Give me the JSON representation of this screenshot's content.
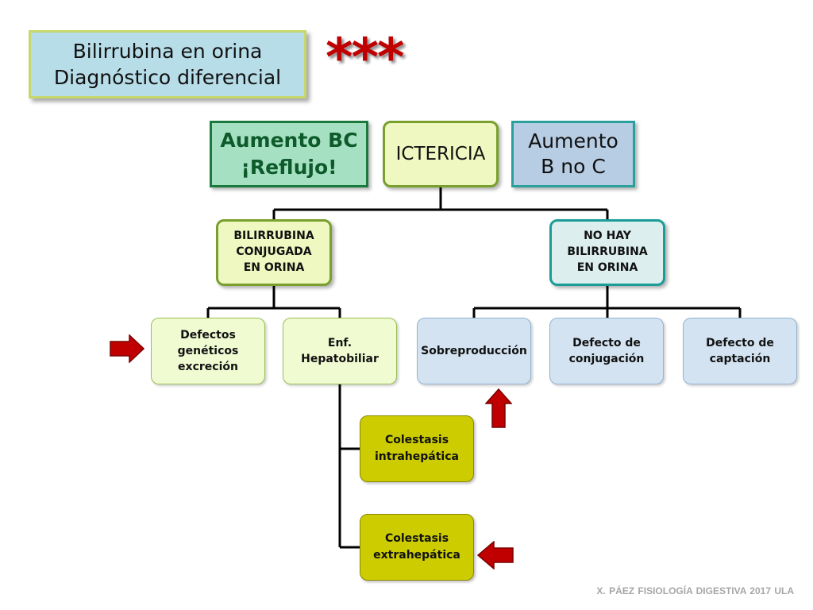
{
  "title": {
    "line1": "Bilirrubina en orina",
    "line2": "Diagnóstico diferencial"
  },
  "stars": "***",
  "top_row": {
    "aumento_bc": {
      "line1": "Aumento BC",
      "line2": "¡Reflujo!"
    },
    "icterica": "ICTERICIA",
    "aumento_b": {
      "line1": "Aumento",
      "line2": "B no C"
    }
  },
  "branches": {
    "conjugada": {
      "line1": "BILIRRUBINA",
      "line2": "CONJUGADA",
      "line3": "EN ORINA"
    },
    "no_hay": {
      "line1": "NO HAY",
      "line2": "BILIRRUBINA",
      "line3": "EN ORINA"
    }
  },
  "leaves": {
    "defectos": {
      "line1": "Defectos",
      "line2": "genéticos",
      "line3": "excreción"
    },
    "enf": {
      "line1": "Enf.",
      "line2": "Hepatobiliar"
    },
    "sobre": "Sobreproducción",
    "conjugacion": {
      "line1": "Defecto de",
      "line2": "conjugación"
    },
    "captacion": {
      "line1": "Defecto de",
      "line2": "captación"
    },
    "intra": {
      "line1": "Colestasis",
      "line2": "intrahepática"
    },
    "extra": {
      "line1": "Colestasis",
      "line2": "extrahepática"
    }
  },
  "footer": "X. PÁEZ   FISIOLOGÍA DIGESTIVA 2017 ULA",
  "colors": {
    "arrow": "#c00000",
    "connector": "#000000",
    "olive": "#cccc00"
  },
  "icons": [
    "red-arrow-right-icon",
    "red-arrow-up-icon",
    "red-arrow-left-icon"
  ]
}
